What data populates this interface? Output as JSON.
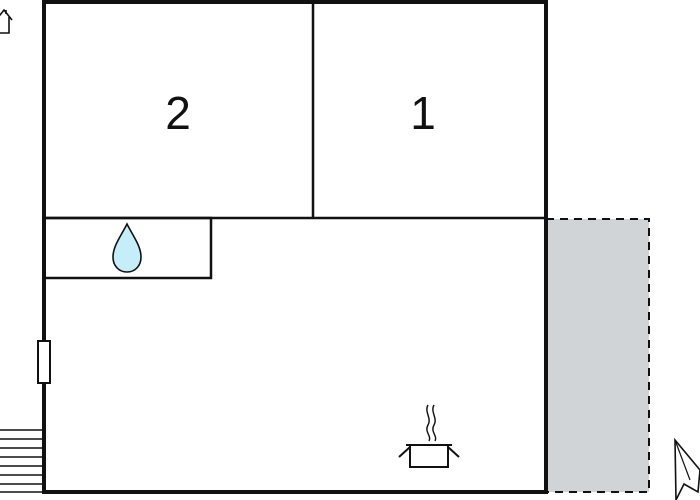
{
  "rooms": [
    {
      "id": "bedroom-2",
      "number": "2"
    },
    {
      "id": "bedroom-1",
      "number": "1"
    }
  ],
  "icons": {
    "bathroom": "water-drop-icon",
    "kitchen": "cooking-pot-icon",
    "north_arrow": "north-arrow-icon",
    "entrance": "house-icon",
    "stairs": "stairs-icon",
    "door": "door-icon"
  },
  "colors": {
    "wall": "#111111",
    "terrace": "#d0d4d7",
    "water": "#c6eef8"
  }
}
